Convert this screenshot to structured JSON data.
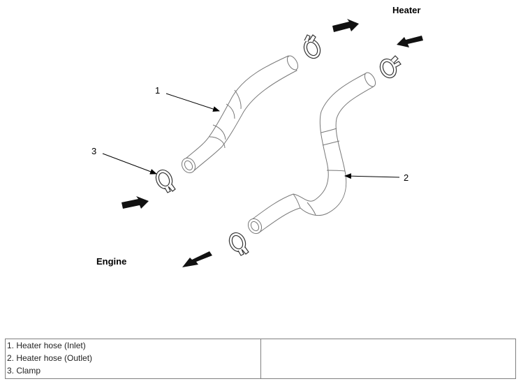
{
  "labels": {
    "heater": "Heater",
    "engine": "Engine"
  },
  "callouts": [
    "1",
    "2",
    "3"
  ],
  "legend": {
    "items": [
      "1. Heater hose (Inlet)",
      "2. Heater hose (Outlet)",
      "3. Clamp"
    ]
  }
}
